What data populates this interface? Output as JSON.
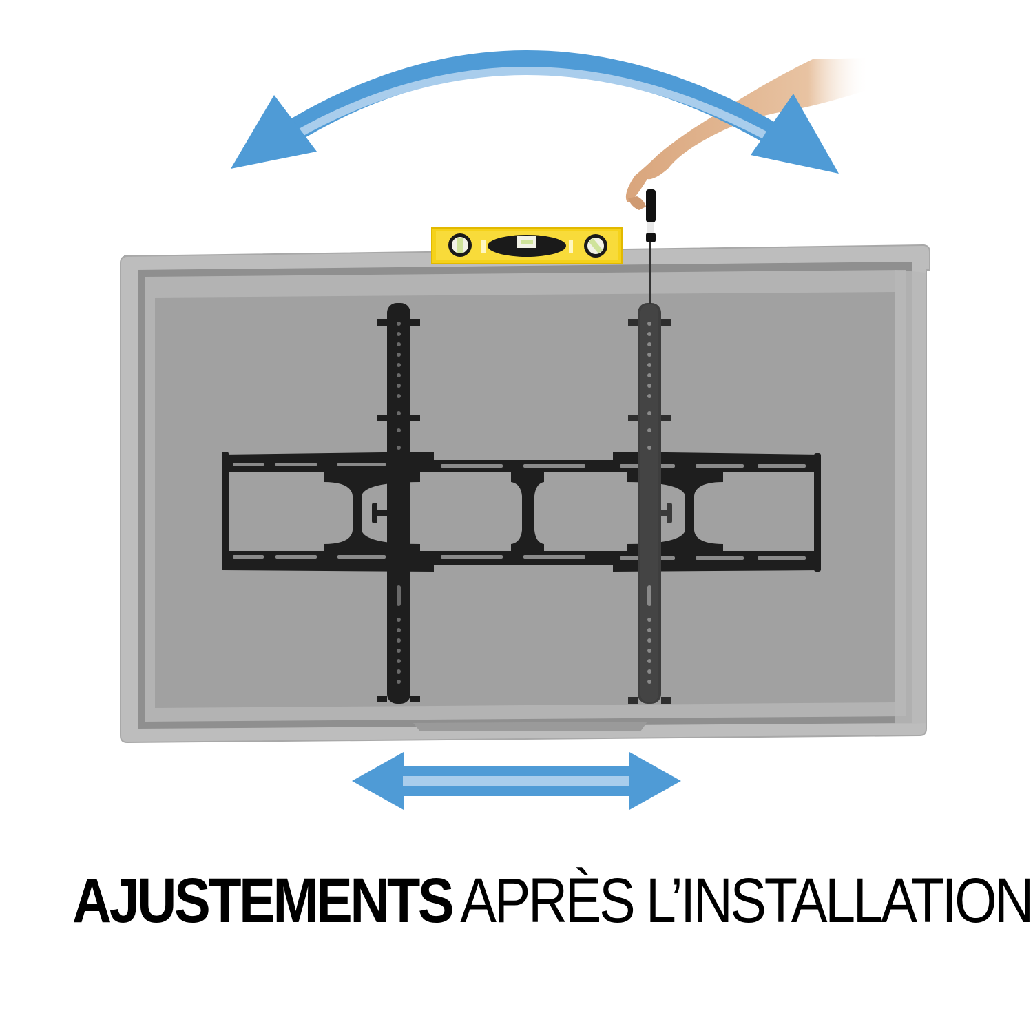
{
  "caption": {
    "bold_part": "AJUSTEMENTS",
    "regular_part": "APRÈS L’INSTALLATION"
  },
  "illustration": {
    "subject": "TV wall mount post-installation adjustment",
    "elements": [
      "tv-back-panel",
      "tilt-wall-mount-bracket",
      "spirit-level",
      "hand-with-screwdriver",
      "curved-rotation-arrow",
      "horizontal-shift-arrow"
    ]
  },
  "colors": {
    "arrow_blue": "#4f9bd6",
    "arrow_highlight": "#a9cdec",
    "tv_outer": "#bdbdbd",
    "tv_inner": "#9e9e9e",
    "bracket": "#1e1e1e",
    "level_yellow": "#f5d21a",
    "skin": "#d9a57c",
    "text": "#000000",
    "background": "#ffffff"
  }
}
